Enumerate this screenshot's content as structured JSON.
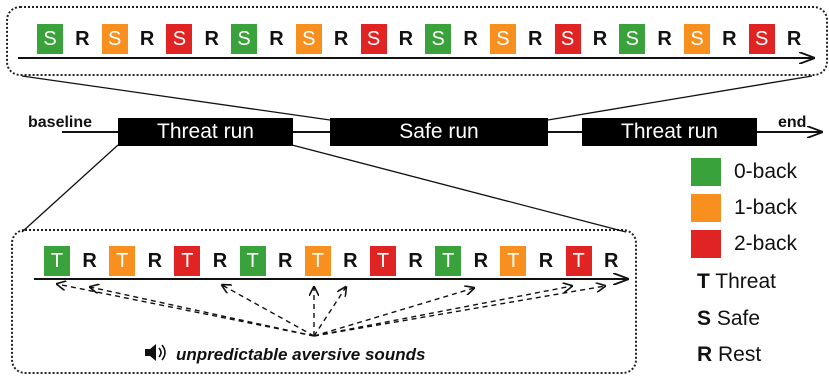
{
  "colors": {
    "zero_back": "#3aa23a",
    "one_back": "#f7901e",
    "two_back": "#e02424",
    "run_bar": "#000000"
  },
  "top_sequence": [
    "S",
    "R",
    "S",
    "R",
    "S",
    "R",
    "S",
    "R",
    "S",
    "R",
    "S",
    "R",
    "S",
    "R",
    "S",
    "R",
    "S",
    "R",
    "S",
    "R",
    "S",
    "R",
    "S",
    "R"
  ],
  "top_sequence_colors": [
    "zero_back",
    "rest",
    "one_back",
    "rest",
    "two_back",
    "rest",
    "zero_back",
    "rest",
    "one_back",
    "rest",
    "two_back",
    "rest",
    "zero_back",
    "rest",
    "one_back",
    "rest",
    "two_back",
    "rest",
    "zero_back",
    "rest",
    "one_back",
    "rest",
    "two_back",
    "rest"
  ],
  "bottom_sequence": [
    "T",
    "R",
    "T",
    "R",
    "T",
    "R",
    "T",
    "R",
    "T",
    "R",
    "T",
    "R",
    "T",
    "R",
    "T",
    "R",
    "T",
    "R"
  ],
  "bottom_sequence_colors": [
    "zero_back",
    "rest",
    "one_back",
    "rest",
    "two_back",
    "rest",
    "zero_back",
    "rest",
    "one_back",
    "rest",
    "two_back",
    "rest",
    "zero_back",
    "rest",
    "one_back",
    "rest",
    "two_back",
    "rest"
  ],
  "timeline": {
    "start_label": "baseline",
    "end_label": "end",
    "runs": [
      "Threat run",
      "Safe run",
      "Threat run"
    ]
  },
  "sound_caption": "unpredictable aversive sounds",
  "sound_icon": "speaker-icon",
  "legend": {
    "items": [
      {
        "color": "zero_back",
        "label": "0-back"
      },
      {
        "color": "one_back",
        "label": "1-back"
      },
      {
        "color": "two_back",
        "label": "2-back"
      }
    ],
    "keys": [
      {
        "key": "T",
        "label": "Threat"
      },
      {
        "key": "S",
        "label": "Safe"
      },
      {
        "key": "R",
        "label": "Rest"
      }
    ]
  }
}
